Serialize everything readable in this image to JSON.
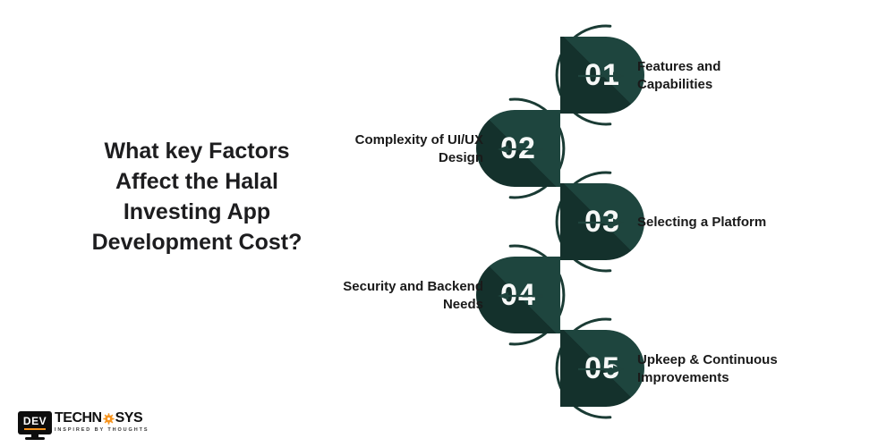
{
  "title": {
    "lines": [
      "What key Factors",
      "Affect the Halal",
      "Investing App",
      "Development Cost?"
    ]
  },
  "items": [
    {
      "number": "01",
      "label": "Features and\nCapabilities",
      "side": "right"
    },
    {
      "number": "02",
      "label": "Complexity of UI/UX\nDesign",
      "side": "left"
    },
    {
      "number": "03",
      "label": "Selecting a Platform",
      "side": "right"
    },
    {
      "number": "04",
      "label": "Security and Backend\nNeeds",
      "side": "left"
    },
    {
      "number": "05",
      "label": "Upkeep & Continuous\nImprovements",
      "side": "right"
    }
  ],
  "logo": {
    "monitor_text": "DEV",
    "brand_part1": "TECHN",
    "brand_part2": "SYS",
    "tagline": "INSPIRED BY THOUGHTS"
  },
  "colors": {
    "pill_dark": "#14312c",
    "pill_light": "#1e453e",
    "arc_stroke": "#1a3b34",
    "arrow": "#1f443d",
    "label_text": "#1a1a1a",
    "title_text": "#1d1d1f",
    "number_text": "#f6f8f7",
    "logo_orange": "#f7941e",
    "logo_black": "#0d0d0d"
  }
}
